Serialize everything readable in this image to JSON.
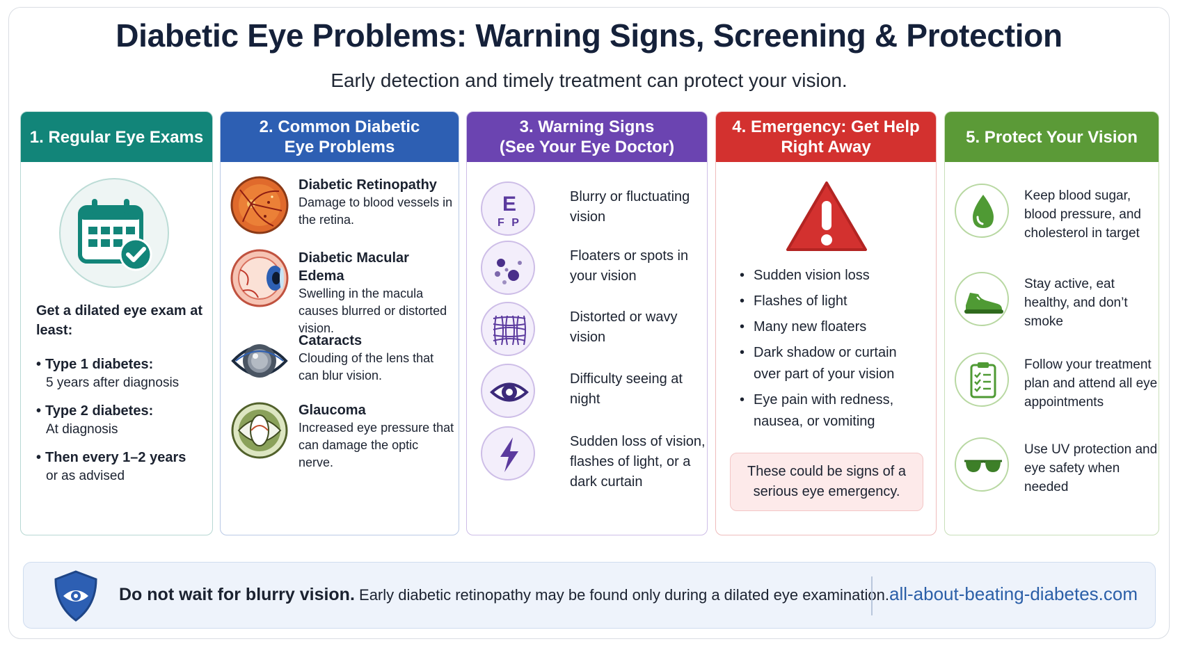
{
  "header": {
    "title": "Diabetic Eye Problems: Warning Signs, Screening & Protection",
    "subtitle": "Early detection and timely treatment can protect your vision."
  },
  "colors": {
    "exams": "#128579",
    "problems": "#2d5fb3",
    "warning": "#6b44b1",
    "emergency": "#d3312f",
    "protect": "#5b9a37"
  },
  "exams": {
    "heading": "1. Regular Eye Exams",
    "icon": "calendar-check-icon",
    "lead": "Get a dilated eye exam at least:",
    "items": [
      {
        "label": "Type 1 diabetes:",
        "detail": "5 years after diagnosis"
      },
      {
        "label": "Type 2 diabetes:",
        "detail": "At diagnosis"
      },
      {
        "label": "Then every 1–2 years",
        "detail": "or as advised"
      }
    ]
  },
  "problems": {
    "heading": "2. Common Diabetic\nEye Problems",
    "items": [
      {
        "name": "Diabetic Retinopathy",
        "desc": "Damage to blood vessels in the retina.",
        "icon": "retina-icon"
      },
      {
        "name": "Diabetic Macular Edema",
        "desc": "Swelling in the macula causes blurred or distorted vision.",
        "icon": "eye-cross-section-icon"
      },
      {
        "name": "Cataracts",
        "desc": "Clouding of the lens that can blur vision.",
        "icon": "cloudy-lens-eye-icon"
      },
      {
        "name": "Glaucoma",
        "desc": "Increased eye pressure that can damage the optic nerve.",
        "icon": "glaucoma-eye-icon"
      }
    ]
  },
  "warning": {
    "heading": "3. Warning Signs\n(See Your Eye Doctor)",
    "chart_letters": {
      "top": "E",
      "bottom": "F P"
    },
    "items": [
      {
        "text": "Blurry or fluctuating vision",
        "icon": "eye-chart-icon"
      },
      {
        "text": "Floaters or spots in your vision",
        "icon": "floaters-icon"
      },
      {
        "text": "Distorted or wavy vision",
        "icon": "wavy-grid-icon"
      },
      {
        "text": "Difficulty seeing at night",
        "icon": "eye-icon"
      },
      {
        "text": "Sudden loss of vision, flashes of light, or a dark curtain",
        "icon": "lightning-icon"
      }
    ]
  },
  "emergency": {
    "heading": "4. Emergency: Get Help\nRight Away",
    "icon": "warning-triangle-icon",
    "items": [
      "Sudden vision loss",
      "Flashes of light",
      "Many new floaters",
      "Dark shadow or curtain over part of your vision",
      "Eye pain with redness, nausea, or vomiting"
    ],
    "note": "These could be signs of a serious eye emergency."
  },
  "protect": {
    "heading": "5. Protect Your Vision",
    "items": [
      {
        "text": "Keep blood sugar, blood pressure, and cholesterol in target",
        "icon": "blood-drop-icon"
      },
      {
        "text": "Stay active, eat healthy, and don’t smoke",
        "icon": "sneaker-icon"
      },
      {
        "text": "Follow your treatment plan and attend all eye appointments",
        "icon": "checklist-icon"
      },
      {
        "text": "Use UV protection and eye safety when needed",
        "icon": "sunglasses-icon"
      }
    ]
  },
  "banner": {
    "strong": "Do not wait for blurry vision.",
    "text": " Early diabetic retinopathy may be found only during a dilated eye examination.",
    "site": "all-about-beating-diabetes.com",
    "icon": "eye-shield-icon"
  }
}
